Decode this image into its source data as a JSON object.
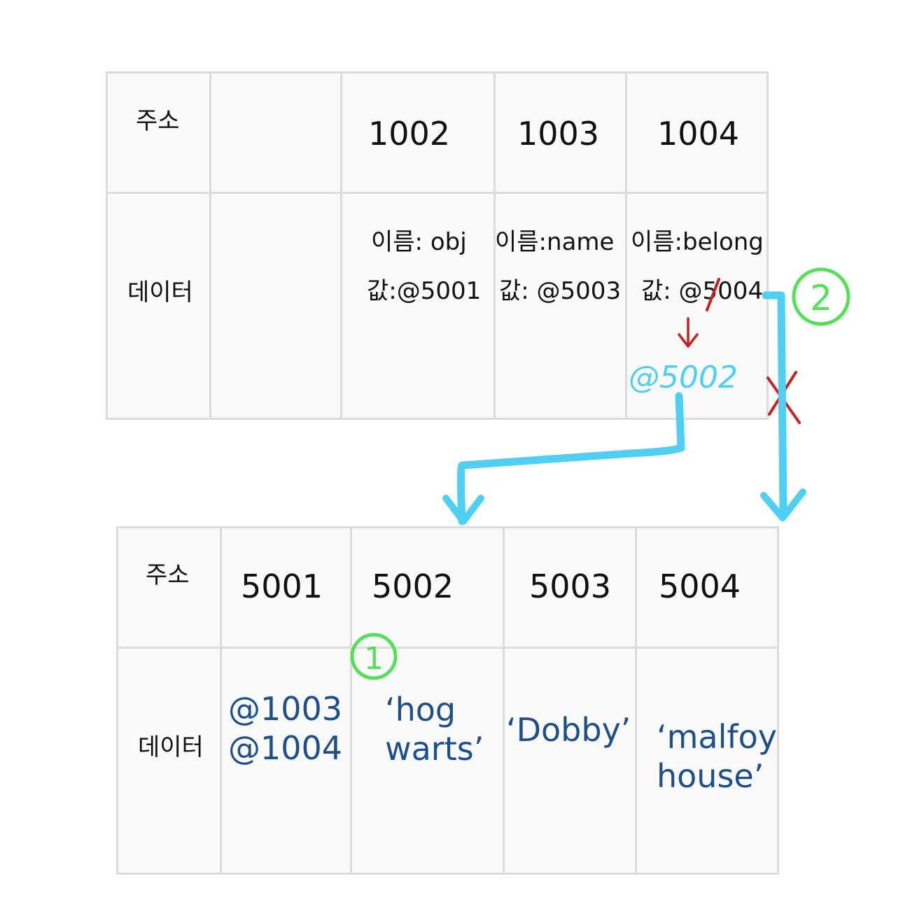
{
  "stack_table": {
    "address_label": "주소",
    "data_label": "데이터",
    "columns": [
      {
        "address": "1002",
        "name": "이름: obj",
        "value": "값:@5001"
      },
      {
        "address": "1003",
        "name": "이름:name",
        "value": "값: @5003"
      },
      {
        "address": "1004",
        "name": "이름:belong",
        "value": "값: @5004"
      }
    ]
  },
  "heap_table": {
    "address_label": "주소",
    "data_label": "데이터",
    "columns": [
      {
        "address": "5001",
        "data": "@1003\n@1004"
      },
      {
        "address": "5002",
        "data": "‘hog\nwarts’"
      },
      {
        "address": "5003",
        "data": "‘Dobby’"
      },
      {
        "address": "5004",
        "data": "‘malfoy\nhouse’"
      }
    ]
  },
  "annotations": {
    "new_value": "@5002",
    "step_1": "1",
    "step_2": "2",
    "colors": {
      "arrow": "#4fd0f2",
      "correction": "#cc1f1f",
      "step_marker": "#55e05a"
    }
  }
}
